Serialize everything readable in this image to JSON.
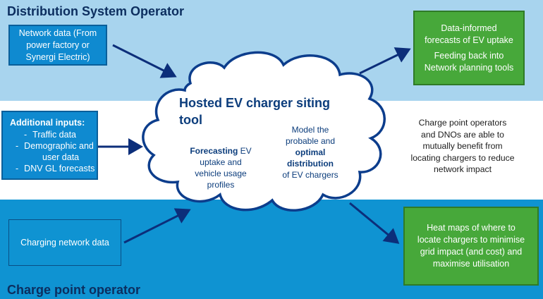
{
  "sections": {
    "top_heading": "Distribution System Operator",
    "bottom_heading": "Charge point operator"
  },
  "network_data_box": {
    "lines": [
      "Network data (From",
      "power factory or",
      "Synergi Electric)"
    ]
  },
  "additional_inputs_box": {
    "title": "Additional inputs:",
    "items": [
      {
        "bullet": "-",
        "text": "Traffic data"
      },
      {
        "bullet": "-",
        "text": "Demographic and"
      },
      {
        "bullet": "",
        "text": "user data"
      },
      {
        "bullet": "-",
        "text": "DNV GL forecasts"
      }
    ]
  },
  "charging_network_box": {
    "label": "Charging network data"
  },
  "cloud": {
    "title_line1": "Hosted EV charger siting",
    "title_line2": "tool",
    "left_bold": "Forecasting",
    "left_rest_1": " EV",
    "left_line2": "uptake and",
    "left_line3": "vehicle usage",
    "left_line4": "profiles",
    "right_line1": "Model the",
    "right_line2": "probable and",
    "right_bold1": "optimal",
    "right_bold2": "distribution",
    "right_line5": "of EV chargers"
  },
  "forecast_box": {
    "line1": "Data-informed",
    "line2": "forecasts of EV uptake",
    "line3": "Feeding back into",
    "line4": "Network planning tools"
  },
  "benefit_text": {
    "lines": [
      "Charge point operators",
      "and DNOs are able to",
      "mutually benefit from",
      "locating chargers to reduce",
      "network impact"
    ]
  },
  "heatmap_box": {
    "lines": [
      "Heat maps of where to",
      "locate chargers to minimise",
      "grid impact (and cost) and",
      "maximise utilisation"
    ]
  },
  "colors": {
    "top_band": "#a8d4ee",
    "bottom_band": "#0f93d2",
    "blue_box": "#0f8ad0",
    "green_box": "#47a83a",
    "arrow": "#0c2e7a",
    "heading_text": "#0c2e5f"
  }
}
